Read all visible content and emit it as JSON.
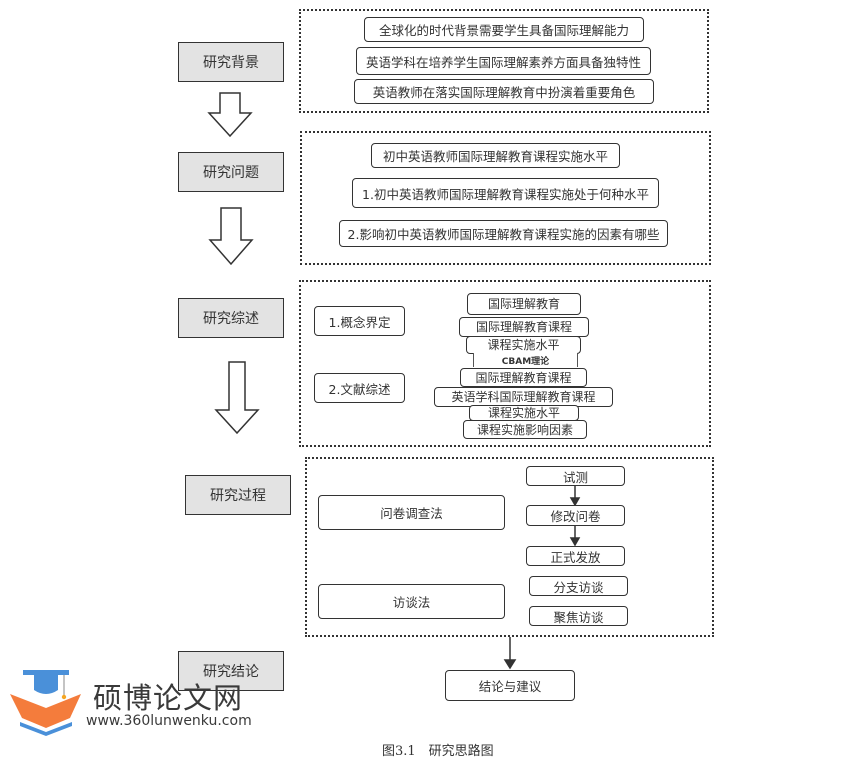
{
  "figure": {
    "caption": "图3.1　研究思路图"
  },
  "stages": [
    {
      "label": "研究背景"
    },
    {
      "label": "研究问题"
    },
    {
      "label": "研究综述"
    },
    {
      "label": "研究过程"
    },
    {
      "label": "研究结论"
    }
  ],
  "background": {
    "items": [
      "全球化的时代背景需要学生具备国际理解能力",
      "英语学科在培养学生国际理解素养方面具备独特性",
      "英语教师在落实国际理解教育中扮演着重要角色"
    ]
  },
  "questions": {
    "main": "初中英语教师国际理解教育课程实施水平",
    "items": [
      "1.初中英语教师国际理解教育课程实施处于何种水平",
      "2.影响初中英语教师国际理解教育课程实施的因素有哪些"
    ]
  },
  "review": {
    "concept_label": "1.概念界定",
    "literature_label": "2.文献综述",
    "concept_items": [
      "国际理解教育",
      "国际理解教育课程",
      "课程实施水平"
    ],
    "theory": "CBAM理论",
    "literature_items": [
      "国际理解教育课程",
      "英语学科国际理解教育课程",
      "课程实施水平",
      "课程实施影响因素"
    ]
  },
  "process": {
    "survey_label": "问卷调查法",
    "interview_label": "访谈法",
    "survey_steps": [
      "试测",
      "修改问卷",
      "正式发放"
    ],
    "interview_types": [
      "分支访谈",
      "聚焦访谈"
    ]
  },
  "conclusion": {
    "label": "结论与建议"
  },
  "watermark": {
    "name": "硕博论文网",
    "url": "www.360lunwenku.com",
    "colors": {
      "cap": "#4a90d9",
      "book": "#f47c3c",
      "star": "#f5a623"
    }
  }
}
